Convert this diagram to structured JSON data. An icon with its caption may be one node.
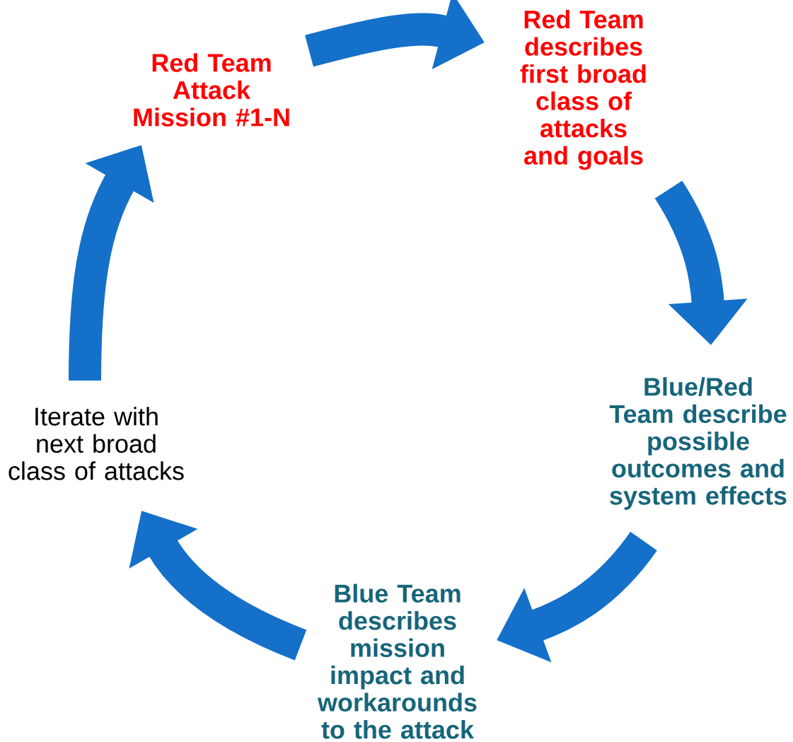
{
  "diagram": {
    "nodes": [
      {
        "text": [
          "Red Team Attack Mission #1-N"
        ]
      },
      {
        "text": [
          "Red Team describes first broad class of attacks and goals"
        ]
      },
      {
        "text": [
          "Blue/Red Team describe possible outcomes and system effects"
        ]
      },
      {
        "text": [
          "Blue Team describes mission impact  and workarounds to the attack"
        ]
      },
      {
        "text": [
          "Iterate with next broad class of attacks"
        ]
      }
    ],
    "edges": [
      {
        "from": 0,
        "to": 1,
        "arrow": "to"
      },
      {
        "from": 1,
        "to": 2,
        "arrow": "to"
      },
      {
        "from": 2,
        "to": 3,
        "arrow": "to"
      },
      {
        "from": 3,
        "to": 4,
        "arrow": "to"
      },
      {
        "from": 4,
        "to": 0,
        "arrow": "to"
      }
    ]
  }
}
